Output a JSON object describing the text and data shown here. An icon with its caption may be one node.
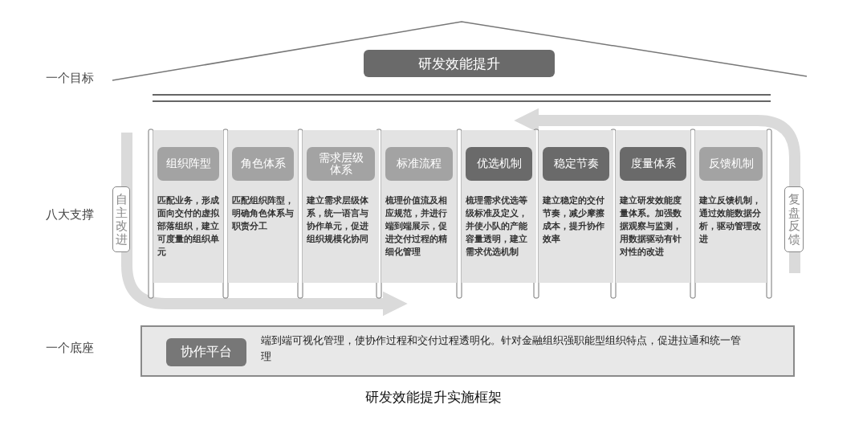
{
  "diagram": {
    "caption": "研发效能提升实施框架",
    "nodes": [
      {
        "text": [
          "研发效能提升"
        ]
      },
      {
        "text": [
          "自主改进"
        ]
      },
      {
        "text": [
          "匹配业务，形成面向交付的虚拟部落组织，建立可度量的组织单元"
        ]
      },
      {
        "text": [
          "组织阵型"
        ],
        "in": 2
      },
      {
        "text": [
          "匹配组织阵型，明确角色体系与职责分工"
        ]
      },
      {
        "text": [
          "角色体系"
        ],
        "in": 4
      },
      {
        "text": [
          "建立需求层级体系，统一语言与协作单元，促进组织规模化协同"
        ]
      },
      {
        "text": [
          "需求层级体系"
        ],
        "in": 6
      },
      {
        "text": [
          "梳理价值流及相应规范，并进行端到端展示，促进交付过程的精细化管理"
        ]
      },
      {
        "text": [
          "标准流程"
        ],
        "in": 8
      },
      {
        "text": [
          "梳理需求优选等级标准及定义，并使小队的产能容量透明，建立需求优选机制"
        ]
      },
      {
        "text": [
          "优选机制"
        ],
        "in": 10
      },
      {
        "text": [
          "建立稳定的交付节奏，减少摩擦成本，提升协作效率"
        ]
      },
      {
        "text": [
          "稳定节奏"
        ],
        "in": 12
      },
      {
        "text": [
          "建立研发效能度量体系。加强数据观察与监测，用数据驱动有针对性的改进"
        ]
      },
      {
        "text": [
          "度量体系"
        ],
        "in": 14
      },
      {
        "text": [
          "建立反馈机制，通过效能数据分析，驱动管理改进"
        ]
      },
      {
        "text": [
          "反馈机制"
        ],
        "in": 16
      },
      {
        "text": [
          "复盘反馈"
        ]
      },
      {
        "text": [
          "端到端可视化管理，使协作过程和交付过程透明化。针对金融组织强职能型组织特点，促进拉通和统一管理"
        ]
      },
      {
        "text": [
          "协作平台"
        ],
        "in": 19
      }
    ],
    "labels": [
      "一个目标",
      "八大支撑",
      "一个底座"
    ]
  }
}
